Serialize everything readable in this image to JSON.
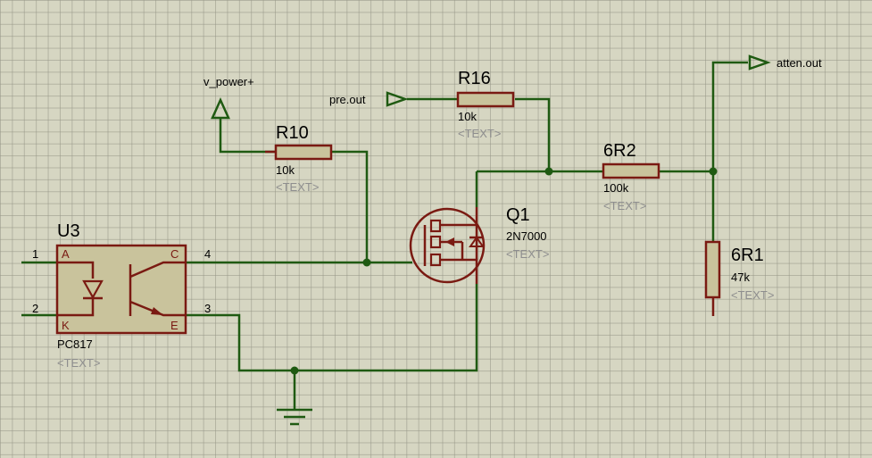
{
  "components": {
    "u3": {
      "ref": "U3",
      "value": "PC817",
      "text": "<TEXT>",
      "pin_a": "A",
      "pin_k": "K",
      "pin_c": "C",
      "pin_e": "E",
      "pin1": "1",
      "pin2": "2",
      "pin3": "3",
      "pin4": "4"
    },
    "r10": {
      "ref": "R10",
      "value": "10k",
      "text": "<TEXT>"
    },
    "r16": {
      "ref": "R16",
      "value": "10k",
      "text": "<TEXT>"
    },
    "q1": {
      "ref": "Q1",
      "value": "2N7000",
      "text": "<TEXT>"
    },
    "r6r2": {
      "ref": "6R2",
      "value": "100k",
      "text": "<TEXT>"
    },
    "r6r1": {
      "ref": "6R1",
      "value": "47k",
      "text": "<TEXT>"
    }
  },
  "terminals": {
    "v_power": "v_power+",
    "pre_out": "pre.out",
    "atten_out": "atten.out"
  },
  "colors": {
    "wire": "#1f5a12",
    "component": "#7a1a12",
    "body_fill": "#c9c39c",
    "background": "#d6d6c2"
  }
}
